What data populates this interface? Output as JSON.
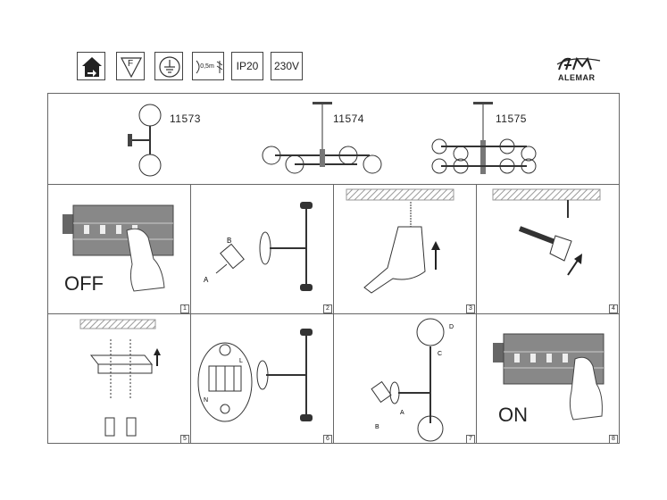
{
  "header": {
    "icons": [
      {
        "name": "house-icon",
        "label": ""
      },
      {
        "name": "f-mark-icon",
        "label": "F"
      },
      {
        "name": "ground-icon",
        "label": ""
      },
      {
        "name": "distance-icon",
        "label": "0,5m"
      },
      {
        "name": "ip-rating",
        "label": "IP20"
      },
      {
        "name": "voltage",
        "label": "230V"
      }
    ],
    "brand": "ALEMAR"
  },
  "models": [
    {
      "code": "11573"
    },
    {
      "code": "11574"
    },
    {
      "code": "11575"
    }
  ],
  "steps": [
    {
      "number": "1",
      "text": "OFF"
    },
    {
      "number": "2",
      "labels": [
        "A",
        "B"
      ]
    },
    {
      "number": "3"
    },
    {
      "number": "4"
    },
    {
      "number": "5"
    },
    {
      "number": "6",
      "labels": [
        "L",
        "N"
      ]
    },
    {
      "number": "7",
      "labels": [
        "A",
        "B",
        "C",
        "D"
      ]
    },
    {
      "number": "8",
      "text": "ON"
    }
  ],
  "colors": {
    "line": "#444444",
    "panel": "#888888",
    "hatch": "#9a9a9a"
  }
}
